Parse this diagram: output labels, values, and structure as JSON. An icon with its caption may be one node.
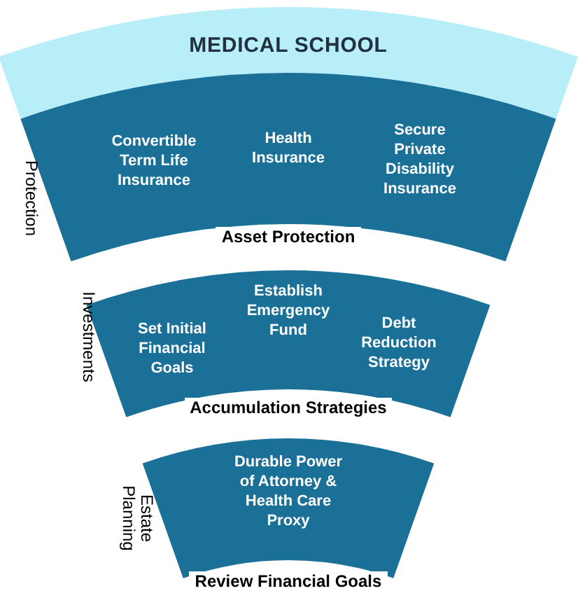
{
  "diagram": {
    "nodes": [
      {
        "text": [
          "MEDICAL SCHOOL"
        ]
      },
      {
        "text": [
          "Protection",
          "Convertible Term Life Insurance",
          "Health Insurance",
          "Secure Private Disability Insurance"
        ],
        "beside": [
          "Asset Protection"
        ]
      },
      {
        "text": [
          "Investments",
          "Set Initial Financial Goals",
          "Establish Emergency Fund",
          "Debt Reduction Strategy"
        ],
        "beside": [
          "Accumulation Strategies"
        ]
      },
      {
        "text": [
          "Estate Planning",
          "Durable Power of Attorney & Health Care Proxy"
        ],
        "beside": [
          "Review Financial Goals"
        ]
      }
    ],
    "edges": []
  }
}
